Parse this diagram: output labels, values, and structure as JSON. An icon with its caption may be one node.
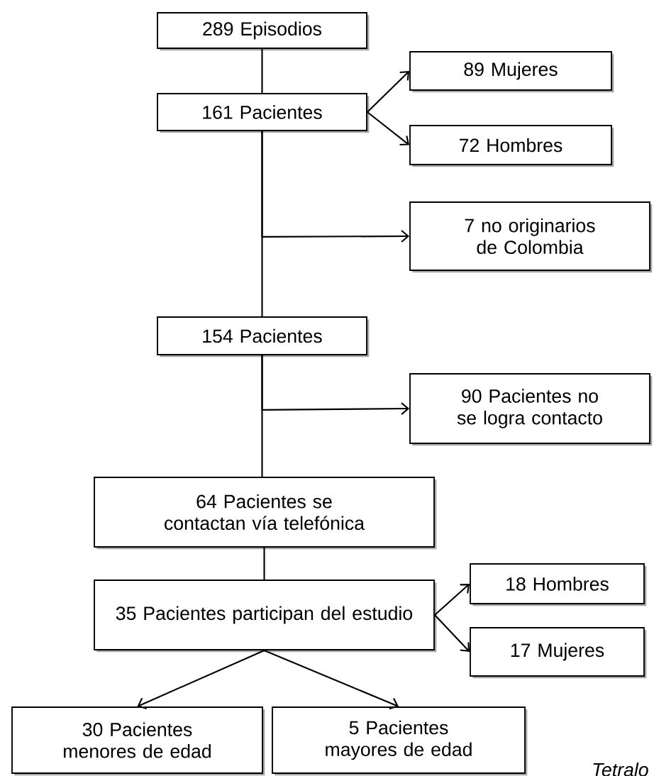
{
  "diagram": {
    "nodes": [
      {
        "text": [
          "289 Episodios"
        ]
      },
      {
        "text": [
          "161 Pacientes"
        ]
      },
      {
        "text": [
          "89 Mujeres"
        ]
      },
      {
        "text": [
          "72 Hombres"
        ]
      },
      {
        "text": [
          "7 no originarios de Colombia"
        ]
      },
      {
        "text": [
          "154 Pacientes"
        ]
      },
      {
        "text": [
          "90 Pacientes no se logra contacto"
        ]
      },
      {
        "text": [
          "64 Pacientes se contactan vía telefónica"
        ]
      },
      {
        "text": [
          "35 Pacientes participan del estudio"
        ]
      },
      {
        "text": [
          "18 Hombres"
        ]
      },
      {
        "text": [
          "17 Mujeres"
        ]
      },
      {
        "text": [
          "30 Pacientes menores de edad"
        ]
      },
      {
        "text": [
          "5 Pacientes mayores de edad"
        ]
      }
    ],
    "edges": [
      {
        "from": 0,
        "to": 1,
        "arrow": "none"
      },
      {
        "from": 1,
        "to": 2,
        "arrow": "to"
      },
      {
        "from": 1,
        "to": 3,
        "arrow": "to"
      },
      {
        "from": 1,
        "to": 4,
        "arrow": "to"
      },
      {
        "from": 1,
        "to": 5,
        "arrow": "none"
      },
      {
        "from": 5,
        "to": 6,
        "arrow": "to"
      },
      {
        "from": 5,
        "to": 7,
        "arrow": "none"
      },
      {
        "from": 7,
        "to": 8,
        "arrow": "none"
      },
      {
        "from": 8,
        "to": 9,
        "arrow": "to"
      },
      {
        "from": 8,
        "to": 10,
        "arrow": "to"
      },
      {
        "from": 8,
        "to": 11,
        "arrow": "to"
      },
      {
        "from": 8,
        "to": 12,
        "arrow": "to"
      }
    ],
    "labels": [
      "Tetralo"
    ]
  }
}
